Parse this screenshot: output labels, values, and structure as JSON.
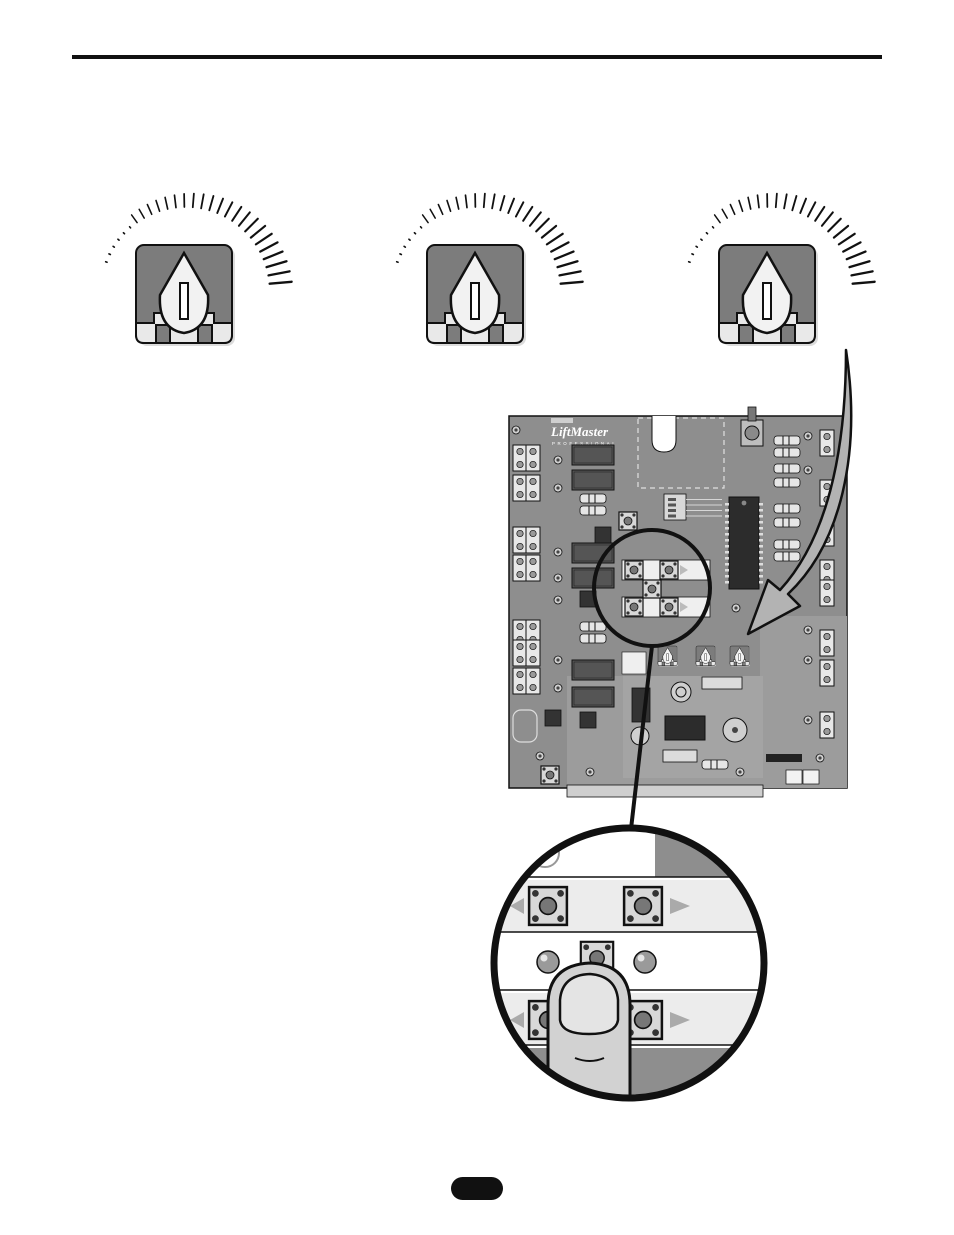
{
  "board": {
    "brand": "LiftMaster",
    "brand_subtitle": "PROFESSIONAL"
  },
  "knobs_shown": 3,
  "colors": {
    "ink": "#111111",
    "board_grey": "#8e8e8e",
    "board_dark": "#5a5a5a",
    "component_light": "#d6d6d6",
    "arrow_grey": "#b3b3b3"
  }
}
